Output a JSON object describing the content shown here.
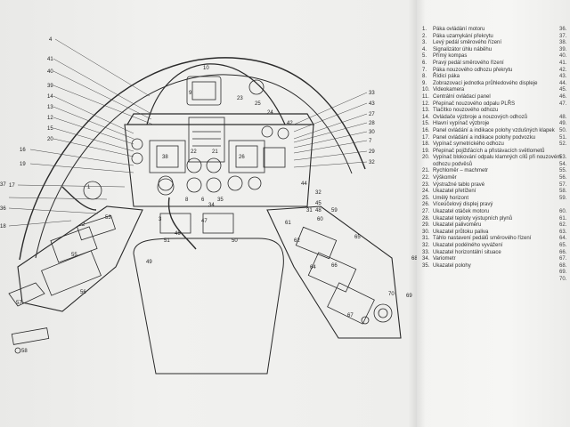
{
  "legend": {
    "items": [
      {
        "n": "1.",
        "t": "Páka ovládání motoru"
      },
      {
        "n": "2.",
        "t": "Páka uzamykání překrytu"
      },
      {
        "n": "3.",
        "t": "Levý pedál směrového řízení"
      },
      {
        "n": "4.",
        "t": "Signalizátor úhlu náběhu"
      },
      {
        "n": "5.",
        "t": "Přímý kompas"
      },
      {
        "n": "6.",
        "t": "Pravý pedál směrového řízení"
      },
      {
        "n": "7.",
        "t": "Páka nouzového odhozu překrytu"
      },
      {
        "n": "8.",
        "t": "Řídicí páka"
      },
      {
        "n": "9.",
        "t": "Zobrazovací jednotka průhledového displeje"
      },
      {
        "n": "10.",
        "t": "Videokamera"
      },
      {
        "n": "11.",
        "t": "Centrální ovládací panel"
      },
      {
        "n": "12.",
        "t": "Přepínač nouzového odpalu PLŘS"
      },
      {
        "n": "13.",
        "t": "Tlačítko nouzového odhozu"
      },
      {
        "n": "14.",
        "t": "Ovládače výzbroje a nouzových odhozů"
      },
      {
        "n": "15.",
        "t": "Hlavní vypínač výzbroje"
      },
      {
        "n": "16.",
        "t": "Panel ovládání a indikace polohy vzdušných klapek"
      },
      {
        "n": "17.",
        "t": "Panel ovládání a indikace polohy podvozku"
      },
      {
        "n": "18.",
        "t": "Vypínač symetrického odhozu"
      },
      {
        "n": "19.",
        "t": "Přepínač pojižďácích a přistávacích světlometů"
      },
      {
        "n": "20.",
        "t": "Vypínač blokování odpalu klamných cílů při nouzovém odhozu podvěsů"
      },
      {
        "n": "21.",
        "t": "Rychloměr – machmetr"
      },
      {
        "n": "22.",
        "t": "Výškoměr"
      },
      {
        "n": "23.",
        "t": "Výstražné tablo pravé"
      },
      {
        "n": "24.",
        "t": "Ukazatel přetížení"
      },
      {
        "n": "25.",
        "t": "Umělý horizont"
      },
      {
        "n": "26.",
        "t": "Víceúčelový displej pravý"
      },
      {
        "n": "27.",
        "t": "Ukazatel otáček motoru"
      },
      {
        "n": "28.",
        "t": "Ukazatel teploty výstupních plynů"
      },
      {
        "n": "29.",
        "t": "Ukazatel palivoměru"
      },
      {
        "n": "30.",
        "t": "Ukazatel průtoku paliva"
      },
      {
        "n": "31.",
        "t": "Táhlo nastavení pedálů směrového řízení"
      },
      {
        "n": "32.",
        "t": "Ukazatel podélného vyvážení"
      },
      {
        "n": "33.",
        "t": "Ukazatel horizontální situace"
      },
      {
        "n": "34.",
        "t": "Variometr"
      },
      {
        "n": "35.",
        "t": "Ukazatel polohy"
      }
    ]
  },
  "right_page_numbers": [
    "36.",
    "37.",
    "38.",
    "39.",
    "40.",
    "41.",
    "42.",
    "43.",
    "44.",
    "45.",
    "46.",
    "47.",
    "",
    "48.",
    "49.",
    "50.",
    "51.",
    "52.",
    "",
    "53.",
    "54.",
    "55.",
    "56.",
    "57.",
    "58.",
    "59.",
    "",
    "60.",
    "61.",
    "62.",
    "63.",
    "64.",
    "65.",
    "66.",
    "67.",
    "68.",
    "69.",
    "70."
  ],
  "callouts": {
    "left": [
      "4",
      "41",
      "40",
      "39",
      "14",
      "13",
      "12",
      "15",
      "20",
      "16",
      "19",
      "17",
      "37",
      "36",
      "18"
    ],
    "right": [
      "33",
      "43",
      "27",
      "28",
      "30",
      "7",
      "29",
      "32",
      "35",
      "31",
      "42",
      "44",
      "34",
      "45",
      "48"
    ],
    "inner": [
      "10",
      "9",
      "23",
      "25",
      "24",
      "38",
      "26",
      "22",
      "21",
      "11",
      "3",
      "46",
      "51",
      "49",
      "50",
      "47",
      "2",
      "1",
      "53",
      "55",
      "56",
      "57",
      "58",
      "59",
      "60",
      "61",
      "62",
      "63",
      "64",
      "65",
      "66",
      "67",
      "68",
      "69",
      "70",
      "6",
      "5",
      "8"
    ]
  }
}
